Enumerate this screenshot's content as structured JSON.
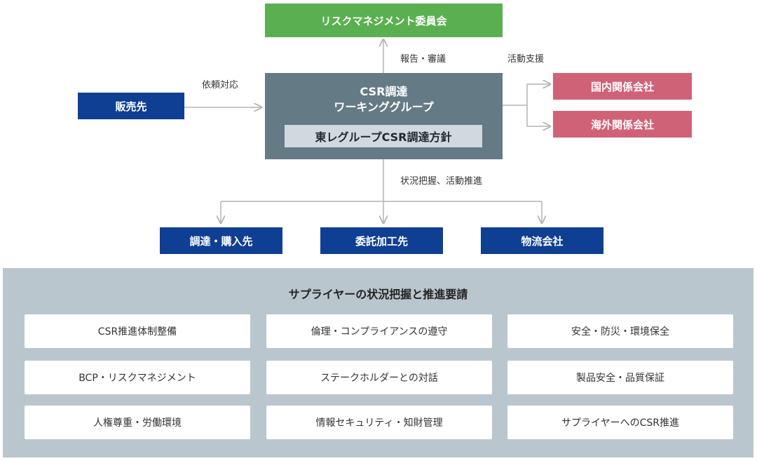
{
  "committee": "リスクマネジメント委員会",
  "main_group": {
    "title_line1": "CSR調達",
    "title_line2": "ワーキンググループ",
    "policy": "東レグループCSR調達方針"
  },
  "seller": "販売先",
  "affiliates": [
    "国内関係会社",
    "海外関係会社"
  ],
  "suppliers": [
    "調達・購入先",
    "委託加工先",
    "物流会社"
  ],
  "labels": {
    "report": "報告・審議",
    "support": "活動支援",
    "request": "依頼対応",
    "status": "状況把握、活動推進"
  },
  "panel": {
    "title": "サプライヤーの状況把握と推進要請",
    "items": [
      "CSR推進体制整備",
      "倫理・コンプライアンスの遵守",
      "安全・防災・環境保全",
      "BCP・リスクマネジメント",
      "ステークホルダーとの対話",
      "製品安全・品質保証",
      "人権尊重・労働環境",
      "情報セキュリティ・知財管理",
      "サプライヤーへのCSR推進"
    ]
  }
}
